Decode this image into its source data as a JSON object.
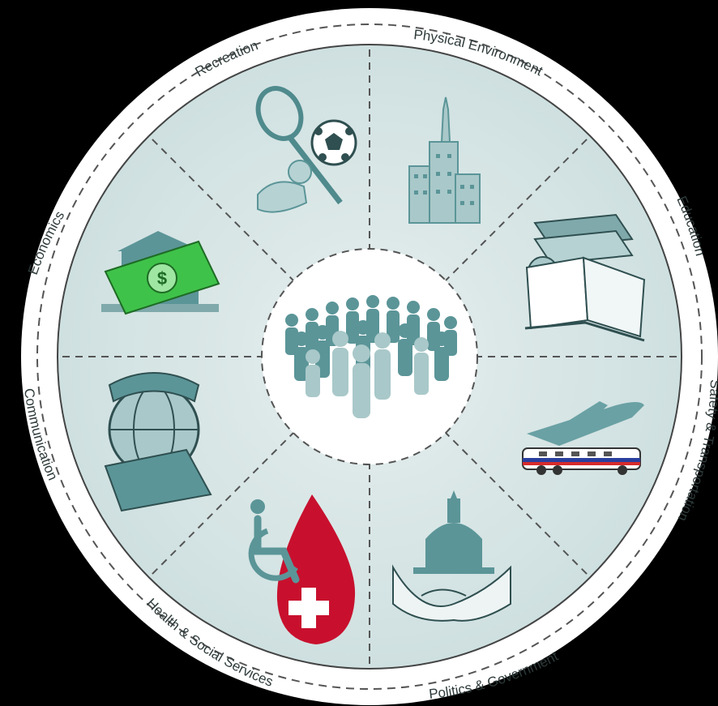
{
  "sectors": [
    {
      "key": "physical",
      "label": "Physical Environment",
      "icon": "city-skyline-icon"
    },
    {
      "key": "education",
      "label": "Education",
      "icon": "books-apple-icon"
    },
    {
      "key": "safety",
      "label": "Safety & Transportation",
      "icon": "plane-bus-icon"
    },
    {
      "key": "politics",
      "label": "Politics & Government",
      "icon": "capitol-handshake-icon"
    },
    {
      "key": "health",
      "label": "Health & Social Services",
      "icon": "wheelchair-blood-drop-icon"
    },
    {
      "key": "communication",
      "label": "Communication",
      "icon": "telephone-globe-icon"
    },
    {
      "key": "economics",
      "label": "Economics",
      "icon": "bank-dollar-icon"
    },
    {
      "key": "recreation",
      "label": "Recreation",
      "icon": "racket-soccer-ball-icon"
    }
  ],
  "center": {
    "icon": "crowd-of-people-icon"
  },
  "colors": {
    "disc": "#d4e4e4",
    "center": "#ffffff",
    "icon_teal": "#5b9598",
    "icon_light": "#a9c8c9",
    "money_green": "#3fc24a",
    "blood_red": "#c8102e",
    "bus_red": "#d62b2b",
    "bus_blue": "#2a3f9e"
  }
}
